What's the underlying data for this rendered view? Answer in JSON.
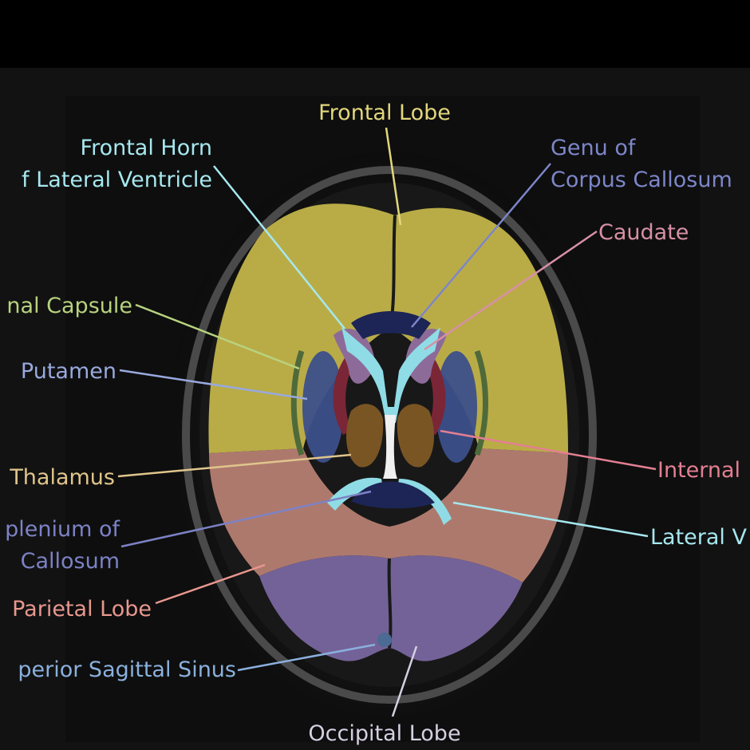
{
  "labels": {
    "frontal_lobe": "Frontal Lobe",
    "frontal_horn_1": "Frontal Horn",
    "frontal_horn_2": "f Lateral Ventricle",
    "genu_1": "Genu of",
    "genu_2": "Corpus Callosum",
    "caudate": "Caudate",
    "external_capsule": "nal Capsule",
    "putamen": "Putamen",
    "thalamus": "Thalamus",
    "internal_capsule": "Internal",
    "splenium_1": "plenium of",
    "splenium_2": "Callosum",
    "lateral_ventricle": "Lateral V",
    "parietal_lobe": "Parietal Lobe",
    "superior_sagittal_sinus": "perior Sagittal Sinus",
    "occipital_lobe": "Occipital Lobe"
  },
  "colors": {
    "frontal": "#e2d77c",
    "ventricle": "#a6e7ee",
    "genu": "#7d86c9",
    "caudate": "#d790a6",
    "ext_capsule": "#b8d37f",
    "putamen": "#98a9dd",
    "thalamus": "#e0c58c",
    "internal": "#e47f92",
    "splenium": "#7c82c5",
    "parietal": "#e8978f",
    "sinus": "#8ab0dd",
    "occipital": "#d5d0e2"
  }
}
